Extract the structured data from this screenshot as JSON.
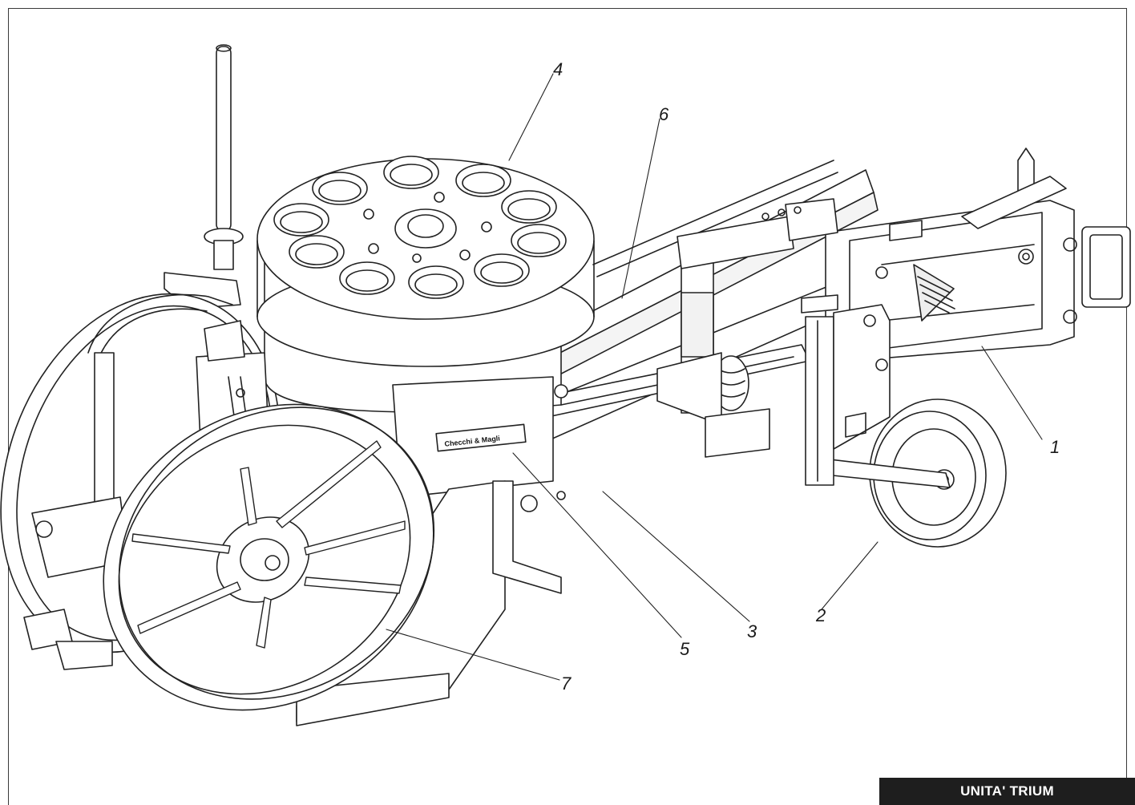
{
  "brand_plate": "Checchi & Magli",
  "title_block": "UNITA' TRIUM",
  "callouts": [
    "1",
    "2",
    "3",
    "4",
    "5",
    "6",
    "7"
  ]
}
